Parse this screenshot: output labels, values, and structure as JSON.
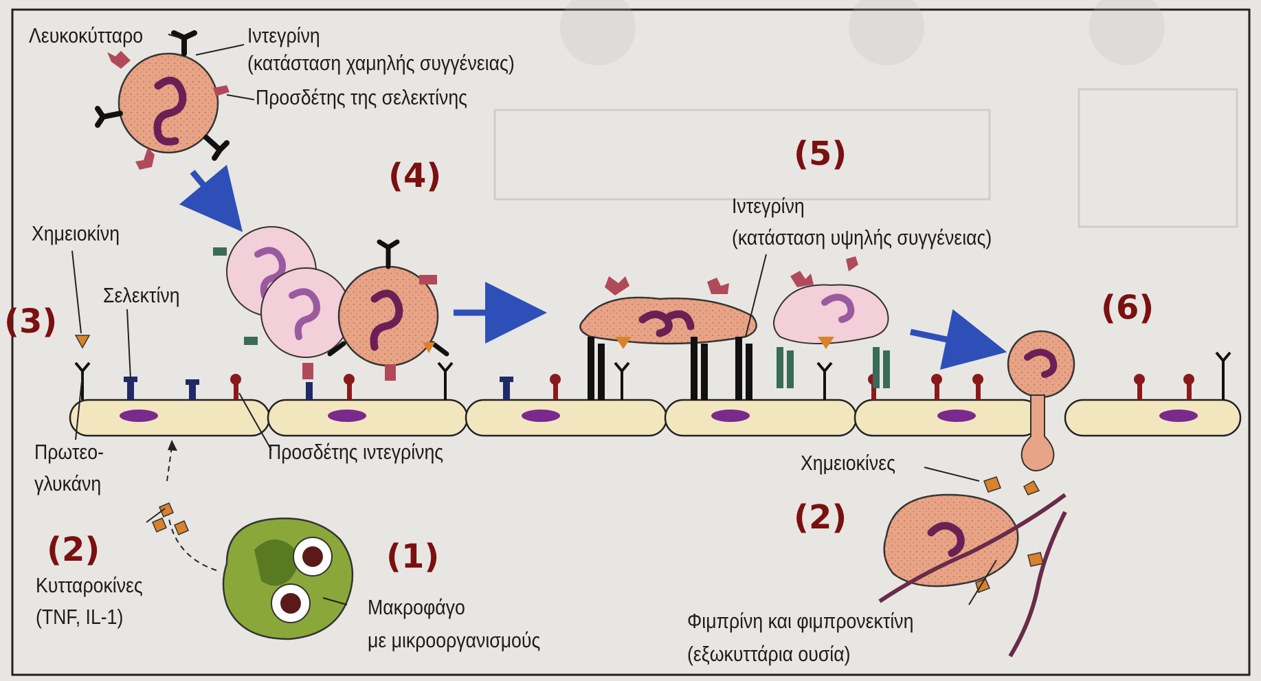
{
  "labels": {
    "leukocyte": "Λευκοκύτταρο",
    "integrin_low_1": "Ιντεγρίνη",
    "integrin_low_2": "(κατάσταση χαμηλής συγγένειας)",
    "selectin_ligand": "Προσδέτης της σελεκτίνης",
    "chemokine": "Χημειοκίνη",
    "selectin": "Σελεκτίνη",
    "proteoglycan_1": "Πρωτεο-",
    "proteoglycan_2": "γλυκάνη",
    "integrin_ligand": "Προσδέτης ιντεγρίνης",
    "cytokines_1": "Κυτταροκίνες",
    "cytokines_2": "(TNF, IL-1)",
    "macrophage_1": "Μακροφάγο",
    "macrophage_2": "με μικροοργανισμούς",
    "integrin_high_1": "Ιντεγρίνη",
    "integrin_high_2": "(κατάσταση υψηλής συγγένειας)",
    "chemokines": "Χημειοκίνες",
    "fibrin_1": "Φιμπρίνη και φιμπρονεκτίνη",
    "fibrin_2": "(εξωκυττάρια ουσία)"
  },
  "steps": {
    "step3": "(3)",
    "step4": "(4)",
    "step5": "(5)",
    "step6": "(6)",
    "step2_left": "(2)",
    "step1": "(1)",
    "step2_right": "(2)"
  },
  "colors": {
    "background": "#e8e6e2",
    "endothelium": "#f2e6bf",
    "nucleus_endo": "#7a2a8c",
    "leukocyte": "#e8a486",
    "leukocyte_pale": "#f2cfd9",
    "nucleus": "#8a2a6a",
    "macrophage": "#8aa83a",
    "chemokine": "#d9822b",
    "step_number": "#7a1010",
    "arrow": "#2e4fb8",
    "fiber": "#6a2a4a"
  }
}
